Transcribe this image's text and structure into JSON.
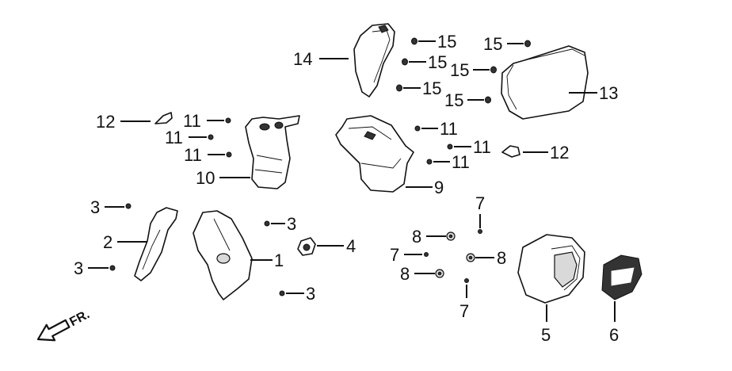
{
  "callouts": {
    "c1": "1",
    "c2": "2",
    "c3a": "3",
    "c3b": "3",
    "c3c": "3",
    "c3d": "3",
    "c4": "4",
    "c5": "5",
    "c6": "6",
    "c7a": "7",
    "c7b": "7",
    "c7c": "7",
    "c8a": "8",
    "c8b": "8",
    "c8c": "8",
    "c9": "9",
    "c10": "10",
    "c11a": "11",
    "c11b": "11",
    "c11c": "11",
    "c11d": "11",
    "c11e": "11",
    "c11f": "11",
    "c12a": "12",
    "c12b": "12",
    "c13": "13",
    "c14": "14",
    "c15a": "15",
    "c15b": "15",
    "c15c": "15",
    "c15d": "15",
    "c15e": "15",
    "c15f": "15"
  },
  "direction": {
    "label": "FR."
  },
  "colors": {
    "ink": "#111111",
    "paper": "#ffffff"
  }
}
